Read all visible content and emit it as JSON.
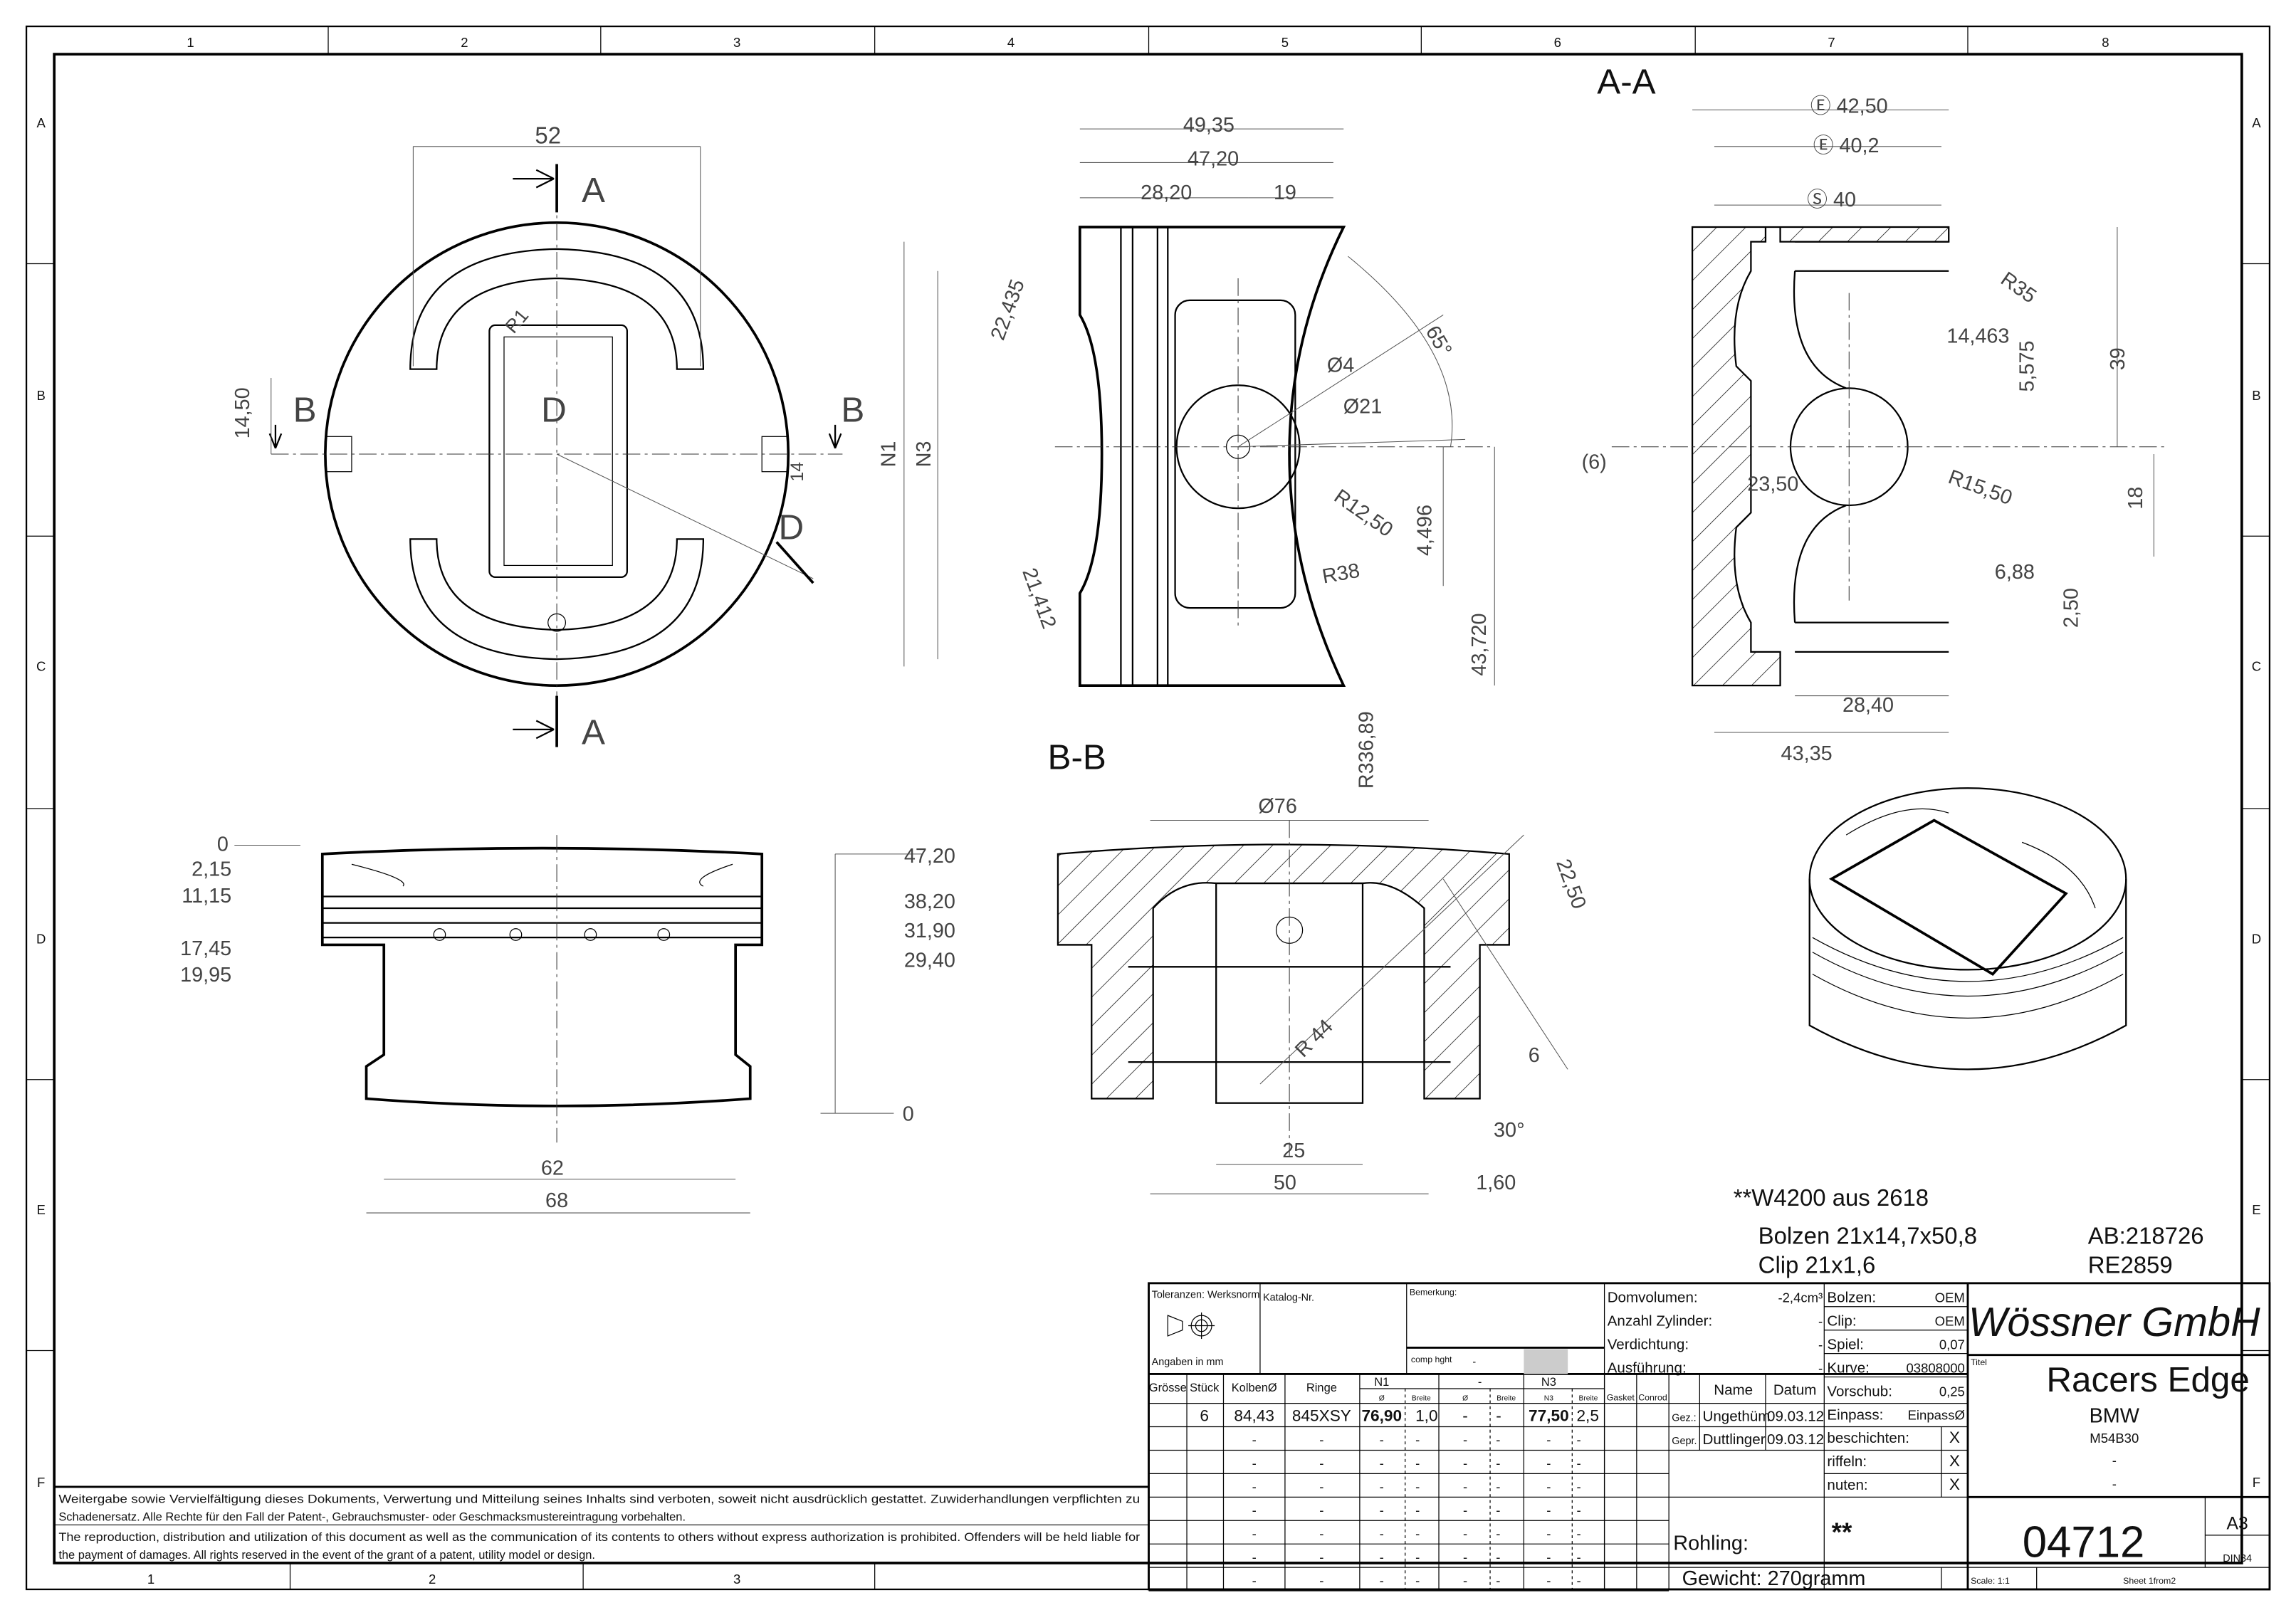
{
  "frame": {
    "columns": [
      "1",
      "2",
      "3",
      "4",
      "5",
      "6",
      "7",
      "8"
    ],
    "rows": [
      "A",
      "B",
      "C",
      "D",
      "E",
      "F"
    ],
    "bottom_columns": [
      "1",
      "2",
      "3"
    ]
  },
  "views": {
    "section_aa_title": "A-A",
    "section_bb_title": "B-B",
    "top_view": {
      "labels": [
        "52",
        "A",
        "A",
        "B",
        "B",
        "14,50",
        "R1",
        "D",
        "D",
        "14"
      ]
    },
    "side_view": {
      "labels": [
        "49,35",
        "47,20",
        "28,20",
        "19",
        "22,435",
        "Ø4",
        "Ø21",
        "65°",
        "N1",
        "N3",
        "R12,50",
        "4,496",
        "R38",
        "21,412",
        "43,720"
      ]
    },
    "section_aa": {
      "labels": [
        "Ⓔ 42,50",
        "Ⓔ 40,2",
        "Ⓢ 40",
        "R35",
        "14,463",
        "5,575",
        "39",
        "(6)",
        "23,50",
        "R15,50",
        "18",
        "6,88",
        "2,50",
        "28,40",
        "43,35"
      ]
    },
    "section_bb": {
      "labels": [
        "R336,89",
        "Ø76",
        "22,50",
        "R 44",
        "6",
        "30°",
        "25",
        "50",
        "1,60"
      ]
    },
    "front_view": {
      "labels": [
        "0",
        "2,15",
        "11,15",
        "17,45",
        "19,95",
        "47,20",
        "38,20",
        "31,90",
        "29,40",
        "0",
        "62",
        "68"
      ]
    }
  },
  "notes": {
    "material": "**W4200 aus 2618",
    "pin": "Bolzen 21x14,7x50,8",
    "clip": "Clip    21x1,6",
    "ab": "AB:218726",
    "re": "RE2859"
  },
  "legal": {
    "de_line1": "Weitergabe sowie Vervielfältigung dieses Dokuments, Verwertung und Mitteilung seines Inhalts sind verboten, soweit nicht ausdrücklich gestattet. Zuwiderhandlungen verpflichten zu",
    "de_line2": "Schadenersatz. Alle Rechte für den Fall der Patent-, Gebrauchsmuster- oder Geschmacksmustereintragung vorbehalten.",
    "en_line1": "The reproduction, distribution and utilization of this document as well as the communication of its contents to others without express authorization is prohibited. Offenders will be held liable for",
    "en_line2": "the payment of damages. All rights reserved in the event of the grant of a patent, utility model or design."
  },
  "title_block": {
    "tolerances": "Toleranzen: Werksnorm",
    "units": "Angaben in mm",
    "catalog": "Katalog-Nr.",
    "remark": "Bemerkung:",
    "comp_hght": "comp hght",
    "comp_value": "-",
    "table_headers": [
      "Grösse",
      "Stück",
      "KolbenØ",
      "Ringe",
      "N1",
      "-",
      "N3",
      "Gasket",
      "Conrod"
    ],
    "sub_headers": [
      "Ø",
      "Breite",
      "Ø",
      "Breite",
      "N3",
      "Breite"
    ],
    "rows": [
      [
        "",
        "6",
        "84,43",
        "845XSY",
        "76,90",
        "1,0",
        "-",
        "-",
        "77,50",
        "2,5"
      ],
      [
        "",
        "",
        "-",
        "-",
        "-",
        "-",
        "-",
        "-",
        "-",
        "-"
      ],
      [
        "",
        "",
        "-",
        "-",
        "-",
        "-",
        "-",
        "-",
        "-",
        "-"
      ],
      [
        "",
        "",
        "-",
        "-",
        "-",
        "-",
        "-",
        "-",
        "-",
        "-"
      ],
      [
        "",
        "",
        "-",
        "-",
        "-",
        "-",
        "-",
        "-",
        "-",
        "-"
      ],
      [
        "",
        "",
        "-",
        "-",
        "-",
        "-",
        "-",
        "-",
        "-",
        "-"
      ],
      [
        "",
        "",
        "-",
        "-",
        "-",
        "-",
        "-",
        "-",
        "-",
        "-"
      ],
      [
        "",
        "",
        "-",
        "-",
        "-",
        "-",
        "-",
        "-",
        "-",
        "-"
      ]
    ],
    "specs": [
      {
        "label": "Domvolumen:",
        "value": "-2,4cm³"
      },
      {
        "label": "Anzahl Zylinder:",
        "value": "-"
      },
      {
        "label": "Verdichtung:",
        "value": "-"
      },
      {
        "label": "Ausführung:",
        "value": "-"
      }
    ],
    "parts": [
      {
        "label": "Bolzen:",
        "value": "OEM"
      },
      {
        "label": "Clip:",
        "value": "OEM"
      },
      {
        "label": "Spiel:",
        "value": "0,07"
      },
      {
        "label": "Kurve:",
        "value": "03808000"
      },
      {
        "label": "Vorschub:",
        "value": "0,25"
      },
      {
        "label": "Einpass:",
        "value": "EinpassØ"
      },
      {
        "label": "beschichten:",
        "value": "X"
      },
      {
        "label": "riffeln:",
        "value": "X"
      },
      {
        "label": "nuten:",
        "value": "X"
      }
    ],
    "name_header": "Name",
    "date_header": "Datum",
    "drawn_label": "Gez.:",
    "drawn_name": "Ungethüm",
    "drawn_date": "09.03.12",
    "checked_label": "Gepr.",
    "checked_name": "Duttlinger",
    "checked_date": "09.03.12",
    "blank_label": "Rohling:",
    "blank_value": "**",
    "weight": "Gewicht: 270gramm",
    "company": "Wössner GmbH",
    "title_label": "Titel",
    "title": "Racers Edge",
    "make": "BMW",
    "engine": "M54B30",
    "extra1": "-",
    "extra2": "-",
    "drawing_number": "04712",
    "format": "A3",
    "standard": "DIN34",
    "scale": "Scale: 1:1",
    "sheet": "Sheet 1from2"
  }
}
